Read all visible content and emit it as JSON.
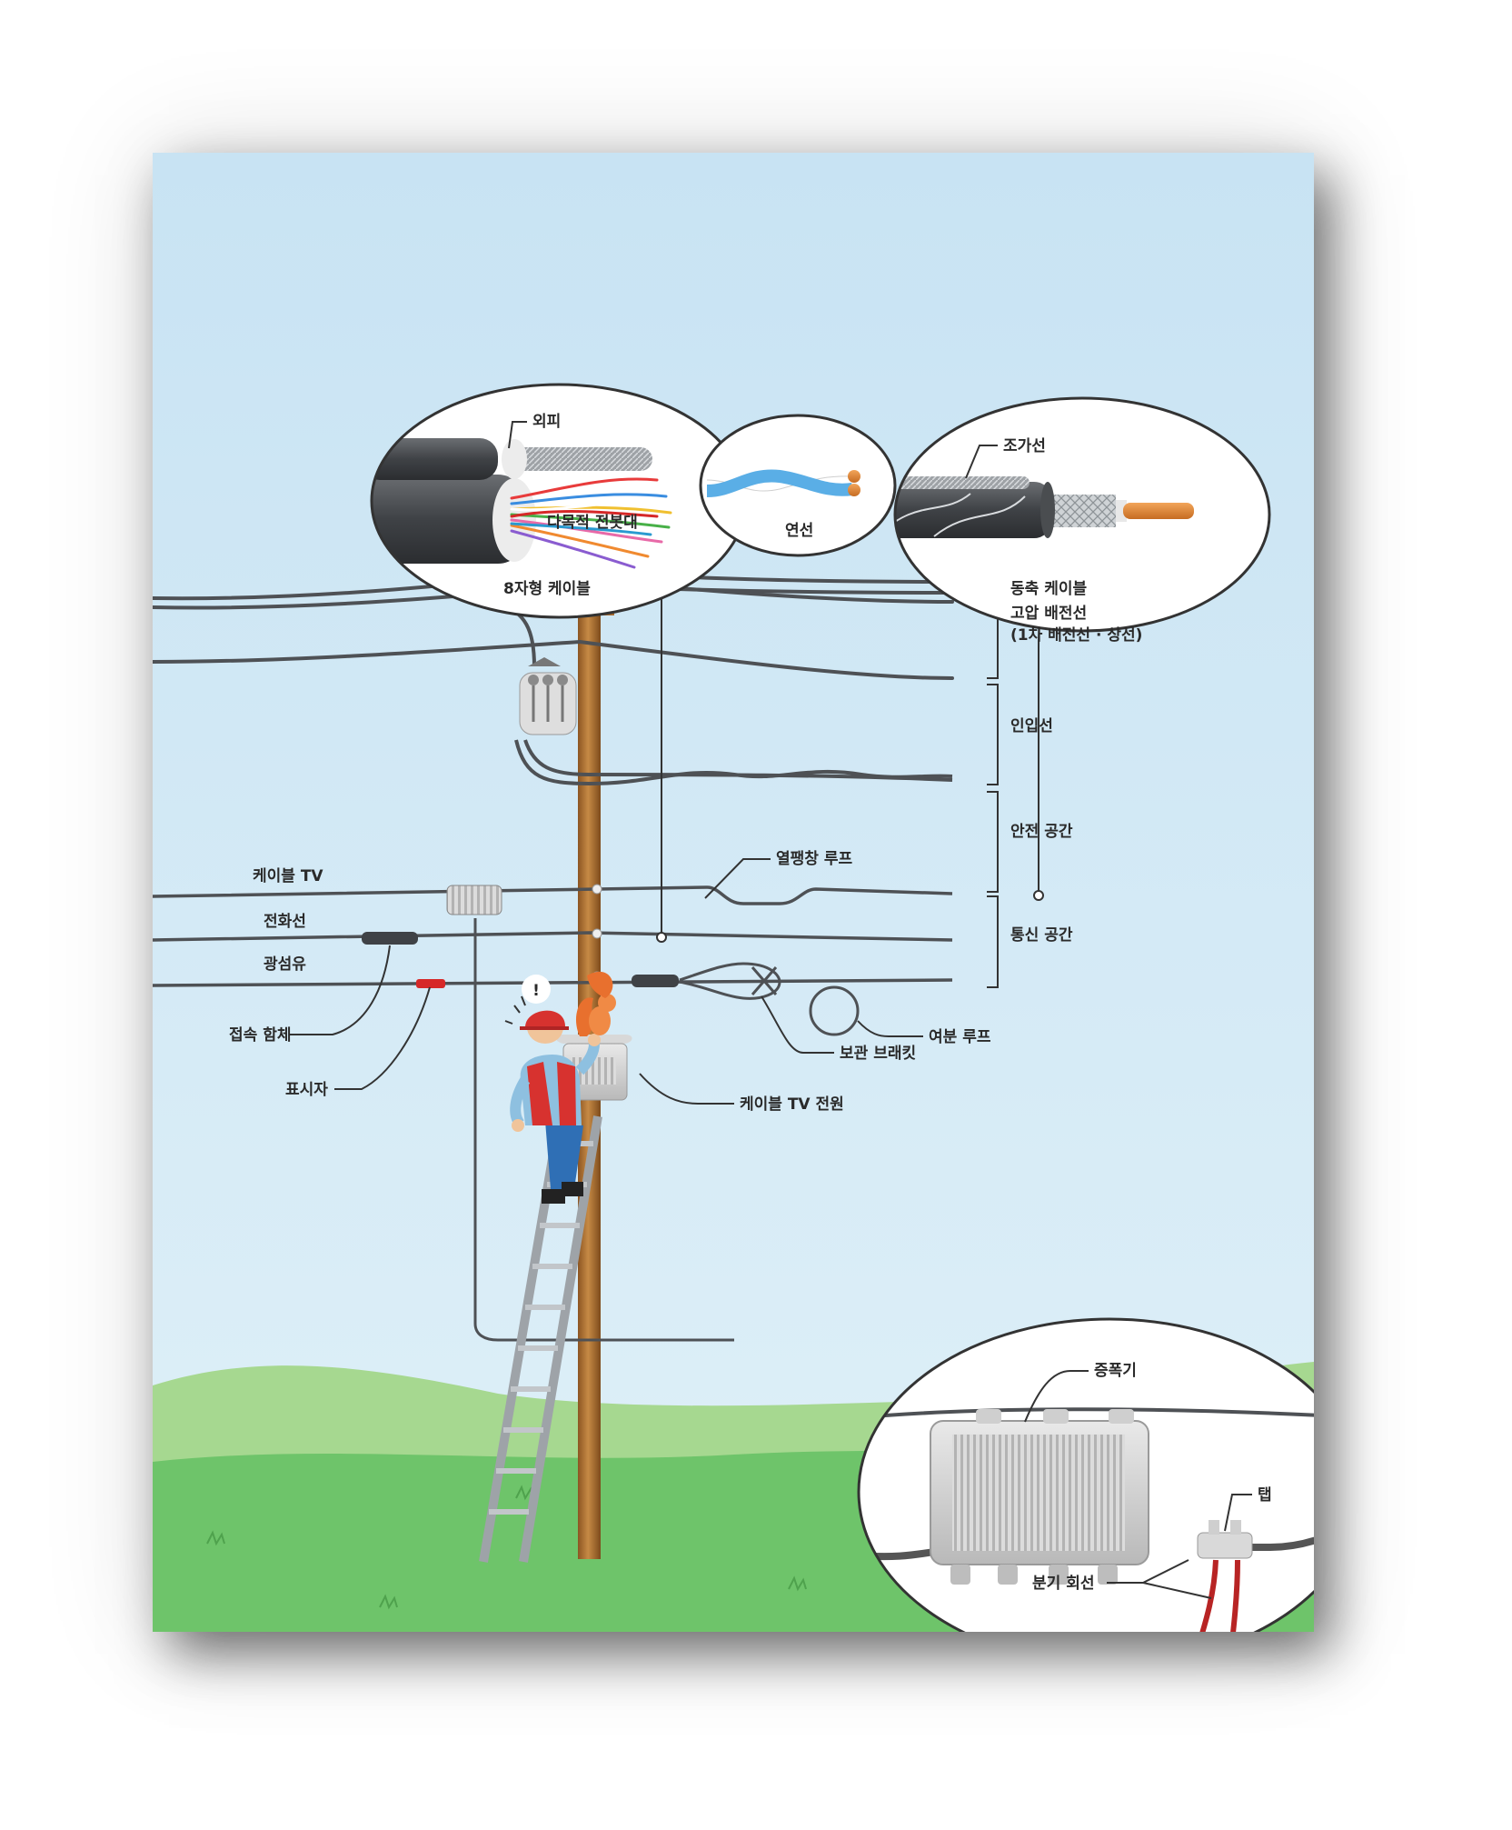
{
  "labels": {
    "outer_sheath": "외피",
    "twisted_pair": "연선",
    "messenger_wire": "조가선",
    "figure8_cable": "8자형 케이블",
    "coaxial_cable": "동축 케이블",
    "multipurpose_pole": "다목적 전봇대",
    "high_voltage_line_1": "고압 배전선",
    "high_voltage_line_2": "(1차 배전선 · 상선)",
    "service_drop": "인입선",
    "safety_space": "안전 공간",
    "expansion_loop": "열팽창 루프",
    "comm_space": "통신 공간",
    "cable_tv": "케이블 TV",
    "telephone_line": "전화선",
    "optical_fiber": "광섬유",
    "splice_closure": "접속 함체",
    "marker": "표시자",
    "slack_loop": "여분 루프",
    "storage_bracket": "보관 브래킷",
    "cable_tv_power": "케이블 TV 전원",
    "amplifier": "증폭기",
    "tap": "탭",
    "drop_lines": "분기 회선",
    "alert": "!"
  },
  "colors": {
    "sky": "#cde6f4",
    "grass": "#6ec46a",
    "hill": "#a6d890",
    "pole": "#b07434",
    "cable": "#5a5d60",
    "vest": "#d7322f",
    "pants": "#2f6fb5",
    "squirrel": "#e8702e"
  }
}
